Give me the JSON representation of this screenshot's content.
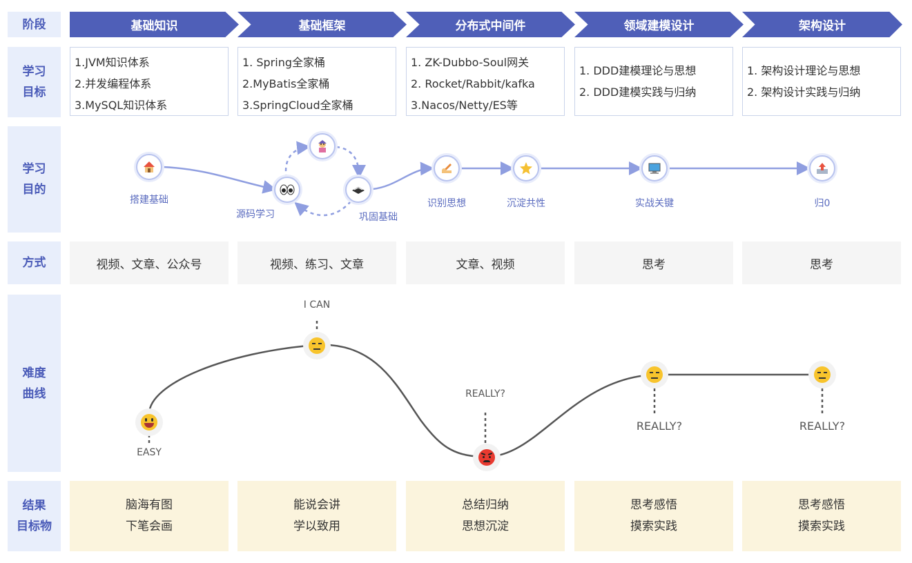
{
  "row_labels": {
    "stage": "阶段",
    "goal_line1": "学习",
    "goal_line2": "目标",
    "purpose_line1": "学习",
    "purpose_line2": "目的",
    "method": "方式",
    "difficulty_line1": "难度",
    "difficulty_line2": "曲线",
    "result_line1": "结果",
    "result_line2": "目标物"
  },
  "stages": [
    "基础知识",
    "基础框架",
    "分布式中间件",
    "领域建模设计",
    "架构设计"
  ],
  "goals": [
    [
      "1.JVM知识体系",
      "2.并发编程体系",
      "3.MySQL知识体系"
    ],
    [
      "1. Spring全家桶",
      "2.MyBatis全家桶",
      "3.SpringCloud全家桶"
    ],
    [
      "1. ZK-Dubbo-Soul网关",
      "2. Rocket/Rabbit/kafka",
      "3.Nacos/Netty/ES等"
    ],
    [
      "1. DDD建模理论与思想",
      "2. DDD建模实践与归纳"
    ],
    [
      "1. 架构设计理论与思想",
      "2. 架构设计实践与归纳"
    ]
  ],
  "purpose_nodes": [
    {
      "label": "搭建基础",
      "icon": "house-icon"
    },
    {
      "label": "源码学习",
      "icon": "eyes-icon"
    },
    {
      "label": "",
      "icon": "genie-icon"
    },
    {
      "label": "巩固基础",
      "icon": "box-icon"
    },
    {
      "label": "识别思想",
      "icon": "writing-hand-icon"
    },
    {
      "label": "沉淀共性",
      "icon": "star-icon"
    },
    {
      "label": "实战关键",
      "icon": "computer-icon"
    },
    {
      "label": "归0",
      "icon": "inbox-upload-icon"
    }
  ],
  "methods": [
    "视频、文章、公众号",
    "视频、练习、文章",
    "文章、视频",
    "思考",
    "思考"
  ],
  "difficulty_points": [
    {
      "label": "EASY",
      "face": "grinning-face-icon"
    },
    {
      "label": "I CAN",
      "face": "neutral-face-icon"
    },
    {
      "label": "REALLY?",
      "face": "angry-face-icon"
    },
    {
      "label": "REALLY?",
      "face": "neutral-face-icon"
    },
    {
      "label": "REALLY?",
      "face": "neutral-face-icon"
    }
  ],
  "results": [
    [
      "脑海有图",
      "下笔会画"
    ],
    [
      "能说会讲",
      "学以致用"
    ],
    [
      "总结归纳",
      "思想沉淀"
    ],
    [
      "思考感悟",
      "摸索实践"
    ],
    [
      "思考感悟",
      "摸索实践"
    ]
  ],
  "colors": {
    "stage_bg": "#4f5fb8",
    "label_bg": "#e8eefb",
    "label_text": "#4a5bb8",
    "result_bg": "#fbf4dd",
    "method_bg": "#f5f5f5",
    "flow_line": "#8f9ee0",
    "curve_line": "#555555"
  }
}
